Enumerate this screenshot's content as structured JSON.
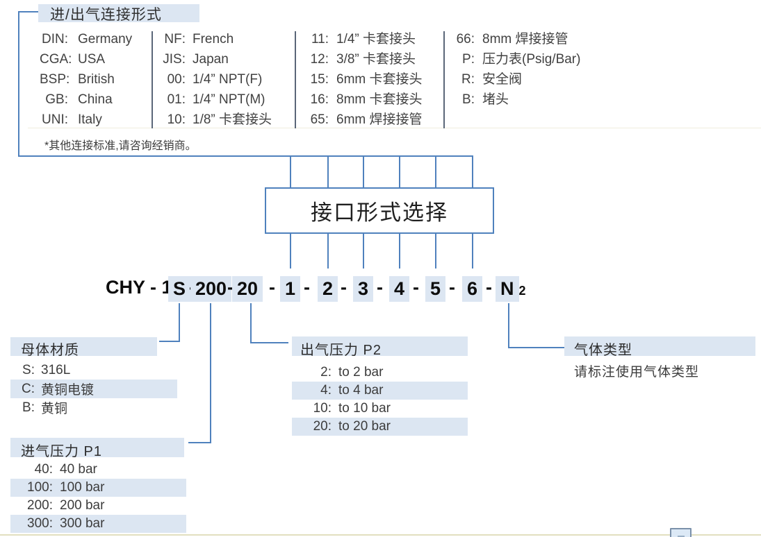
{
  "colors": {
    "highlight": "#dce6f2",
    "line_blue": "#4f81bd",
    "divider_gray": "#5a6678",
    "text": "#3f3f3f",
    "code_text": "#0d0d0d"
  },
  "header": {
    "title": "进/出气连接形式",
    "note": "*其他连接标准,请咨询经销商。"
  },
  "connection_table": {
    "col1": [
      {
        "k": "DIN:",
        "v": "Germany"
      },
      {
        "k": "CGA:",
        "v": "USA"
      },
      {
        "k": "BSP:",
        "v": "British"
      },
      {
        "k": "GB:",
        "v": "China"
      },
      {
        "k": "UNI:",
        "v": "Italy"
      }
    ],
    "col2": [
      {
        "k": "NF:",
        "v": "French"
      },
      {
        "k": "JIS:",
        "v": "Japan"
      },
      {
        "k": "00:",
        "v": "1/4”  NPT(F)"
      },
      {
        "k": "01:",
        "v": "1/4”  NPT(M)"
      },
      {
        "k": "10:",
        "v": "1/8”  卡套接头"
      }
    ],
    "col3": [
      {
        "k": "11:",
        "v": "1/4”  卡套接头"
      },
      {
        "k": "12:",
        "v": "3/8”  卡套接头"
      },
      {
        "k": "15:",
        "v": "6mm 卡套接头"
      },
      {
        "k": "16:",
        "v": "8mm 卡套接头"
      },
      {
        "k": "65:",
        "v": "6mm 焊接接管"
      }
    ],
    "col4": [
      {
        "k": "66:",
        "v": "8mm 焊接接管"
      },
      {
        "k": "P:",
        "v": "压力表(Psig/Bar)"
      },
      {
        "k": "R:",
        "v": "安全阀"
      },
      {
        "k": "B:",
        "v": "堵头"
      }
    ]
  },
  "selector_box": {
    "label": "接口形式选择"
  },
  "model_code": {
    "full": "CHY - 1S -200- 20 - 1 - 2 - 3 - 4 - 5 - 6 - N2",
    "prefix": "CHY - 1",
    "material": "S",
    "dash": "-",
    "inlet": "200",
    "outlet": "20",
    "ports": [
      "1",
      "2",
      "3",
      "4",
      "5",
      "6"
    ],
    "gas": "N",
    "gas_sub": "2"
  },
  "sections": {
    "body_material": {
      "title": "母体材质",
      "items": [
        {
          "k": "S:",
          "v": "316L"
        },
        {
          "k": "C:",
          "v": "黄铜电镀"
        },
        {
          "k": "B:",
          "v": "黄铜"
        }
      ]
    },
    "inlet_pressure": {
      "title": "进气压力 P",
      "sub": "1",
      "items": [
        {
          "k": "40:",
          "v": "40 bar"
        },
        {
          "k": "100:",
          "v": "100 bar"
        },
        {
          "k": "200:",
          "v": "200 bar"
        },
        {
          "k": "300:",
          "v": "300 bar"
        }
      ]
    },
    "outlet_pressure": {
      "title": "出气压力 P",
      "sub": "2",
      "items": [
        {
          "k": "2:",
          "v": "to 2 bar"
        },
        {
          "k": "4:",
          "v": "to 4 bar"
        },
        {
          "k": "10:",
          "v": "to 10 bar"
        },
        {
          "k": "20:",
          "v": "to 20 bar"
        }
      ]
    },
    "gas_type": {
      "title": "气体类型",
      "note": "请标注使用气体类型"
    }
  }
}
